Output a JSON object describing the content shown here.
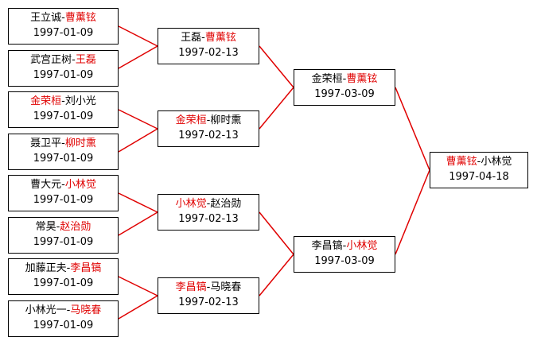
{
  "rounds": [
    {
      "matches": [
        {
          "players": [
            "王立诚",
            "曹薰铉"
          ],
          "winner": 1,
          "date": "1997-01-09"
        },
        {
          "players": [
            "武宫正树",
            "王磊"
          ],
          "winner": 1,
          "date": "1997-01-09"
        },
        {
          "players": [
            "金荣桓",
            "刘小光"
          ],
          "winner": 0,
          "date": "1997-01-09"
        },
        {
          "players": [
            "聂卫平",
            "柳时熏"
          ],
          "winner": 1,
          "date": "1997-01-09"
        },
        {
          "players": [
            "曹大元",
            "小林觉"
          ],
          "winner": 1,
          "date": "1997-01-09"
        },
        {
          "players": [
            "常昊",
            "赵治勋"
          ],
          "winner": 1,
          "date": "1997-01-09"
        },
        {
          "players": [
            "加藤正夫",
            "李昌镐"
          ],
          "winner": 1,
          "date": "1997-01-09"
        },
        {
          "players": [
            "小林光一",
            "马晓春"
          ],
          "winner": 1,
          "date": "1997-01-09"
        }
      ]
    },
    {
      "matches": [
        {
          "players": [
            "王磊",
            "曹薰铉"
          ],
          "winner": 1,
          "date": "1997-02-13"
        },
        {
          "players": [
            "金荣桓",
            "柳时熏"
          ],
          "winner": 0,
          "date": "1997-02-13"
        },
        {
          "players": [
            "小林觉",
            "赵治勋"
          ],
          "winner": 0,
          "date": "1997-02-13"
        },
        {
          "players": [
            "李昌镐",
            "马晓春"
          ],
          "winner": 0,
          "date": "1997-02-13"
        }
      ]
    },
    {
      "matches": [
        {
          "players": [
            "金荣桓",
            "曹薰铉"
          ],
          "winner": 1,
          "date": "1997-03-09"
        },
        {
          "players": [
            "李昌镐",
            "小林觉"
          ],
          "winner": 1,
          "date": "1997-03-09"
        }
      ]
    },
    {
      "matches": [
        {
          "players": [
            "曹薰铉",
            "小林觉"
          ],
          "winner": 0,
          "date": "1997-04-18"
        }
      ]
    }
  ],
  "separator": "-",
  "colors": {
    "winner": "#e00000",
    "loser": "#000000",
    "connector": "#e00000",
    "border": "#000000"
  }
}
